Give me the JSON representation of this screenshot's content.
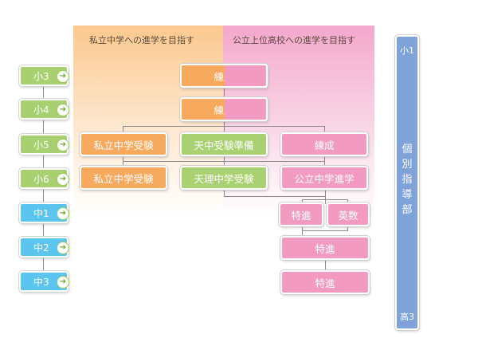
{
  "columns": {
    "left_heading": "私立中学への進学を目指す",
    "right_heading": "公立上位高校への進学を目指す"
  },
  "grades": [
    "小3",
    "小4",
    "小5",
    "小6",
    "中1",
    "中2",
    "中3"
  ],
  "grade_arrow": "➔",
  "courses": {
    "row1": "練成",
    "row2": "練成",
    "row3": [
      "私立中学受験",
      "天中受験準備",
      "練成"
    ],
    "row4": [
      "私立中学受験",
      "天理中学受験",
      "公立中学進学"
    ],
    "row5": [
      "特進",
      "英数"
    ],
    "row6": "特進",
    "row7": "特進"
  },
  "side_bar": {
    "top_label": "小1",
    "title": "個\n別\n指\n導\n部",
    "bottom_label": "高3"
  },
  "colors": {
    "private_track": "#f7a95e",
    "tenri_track": "#a9d171",
    "public_track": "#f29ac0",
    "elementary": "#a8cf70",
    "junior_high": "#5cc5ef",
    "individual": "#7fa2d9"
  }
}
